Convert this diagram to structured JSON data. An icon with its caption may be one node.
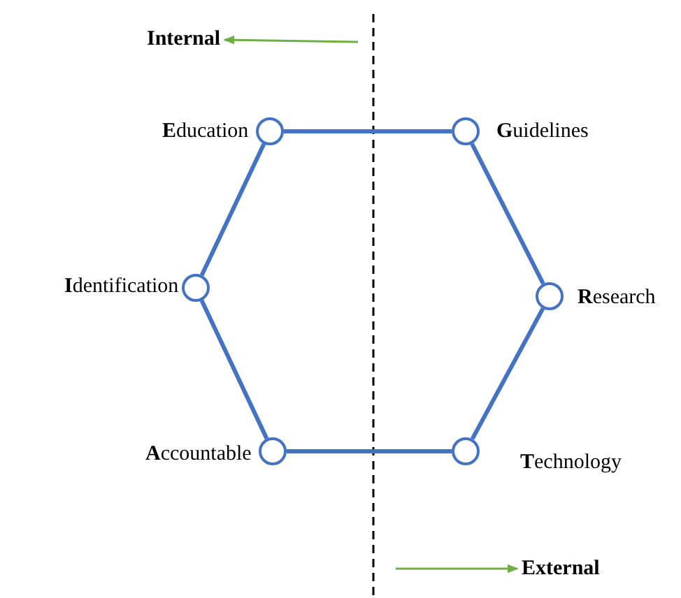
{
  "diagram": {
    "nodes": [
      {
        "text": [
          "**E**ducation"
        ]
      },
      {
        "text": [
          "**G**uidelines"
        ]
      },
      {
        "text": [
          "**R**esearch"
        ]
      },
      {
        "text": [
          "**T**echnology"
        ]
      },
      {
        "text": [
          "**A**ccountable"
        ]
      },
      {
        "text": [
          "**I**dentification"
        ]
      },
      {
        "text": [
          "Internal"
        ]
      },
      {
        "text": [
          "External"
        ]
      }
    ],
    "edges": [
      {
        "from": 0,
        "to": 1,
        "arrow": "none"
      },
      {
        "from": 1,
        "to": 2,
        "arrow": "none"
      },
      {
        "from": 2,
        "to": 3,
        "arrow": "none"
      },
      {
        "from": 3,
        "to": 4,
        "arrow": "none"
      },
      {
        "from": 4,
        "to": 5,
        "arrow": "none"
      },
      {
        "from": 5,
        "to": 0,
        "arrow": "none"
      },
      {
        "from": null,
        "to": 6,
        "arrow": "to",
        "color": "#70ad47"
      },
      {
        "from": null,
        "to": 7,
        "arrow": "to",
        "color": "#70ad47"
      }
    ]
  }
}
